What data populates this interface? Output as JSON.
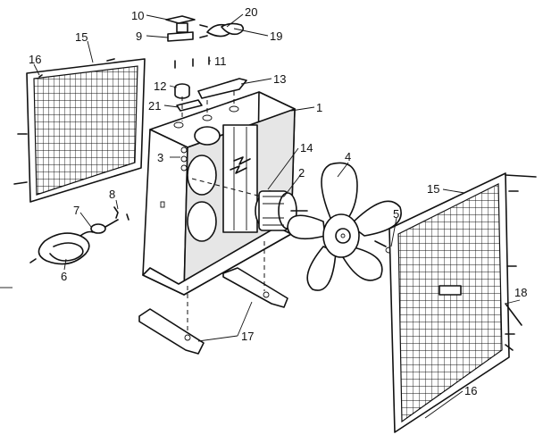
{
  "diagram": {
    "part_numbers": [
      "1",
      "2",
      "3",
      "4",
      "5",
      "6",
      "7",
      "8",
      "9",
      "10",
      "11",
      "12",
      "13",
      "14",
      "15",
      "15",
      "16",
      "16",
      "17",
      "18",
      "19",
      "20",
      "21"
    ]
  },
  "colors": {
    "ink": "#111111",
    "paper": "#ffffff"
  }
}
